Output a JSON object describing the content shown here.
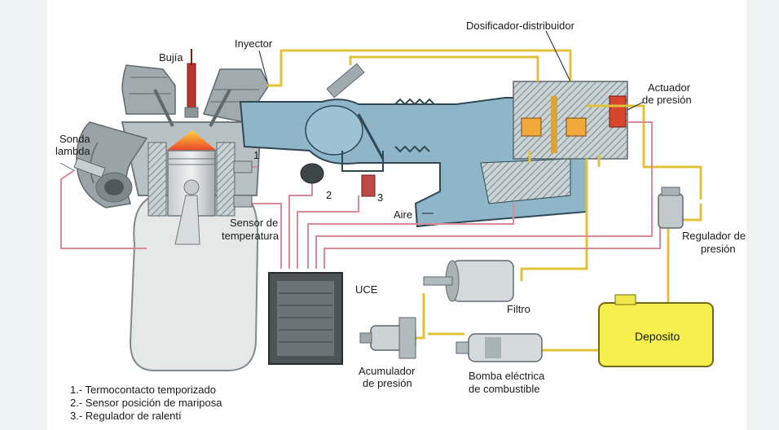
{
  "labels": {
    "bujia": "Bujía",
    "inyector": "Inyector",
    "dosificador": "Dosificador-distribuidor",
    "actuador_1": "Actuador",
    "actuador_2": "de presión",
    "sonda_1": "Sonda",
    "sonda_2": "lambda",
    "num_1": "1",
    "num_2": "2",
    "num_3": "3",
    "aire": "Aire",
    "sensor_temp_1": "Sensor de",
    "sensor_temp_2": "temperatura",
    "regulador_1": "Regulador de",
    "regulador_2": "presión",
    "uce": "UCE",
    "filtro": "Filtro",
    "deposito": "Deposito",
    "acumulador_1": "Acumulador",
    "acumulador_2": "de presión",
    "bomba_1": "Bomba eléctrica",
    "bomba_2": "de combustible"
  },
  "legend": [
    "1.- Termocontacto temporizado",
    "2.- Sensor posición de mariposa",
    "3.- Regulador de ralentí"
  ],
  "colors": {
    "fuel_line": "#e2c13a",
    "wire": "#d98a98",
    "intake_blue": "#8fb6c8",
    "tank_yellow": "#f6ef4e",
    "engine_gray": "#9aa3a8",
    "ecu_dark": "#4d5456"
  }
}
